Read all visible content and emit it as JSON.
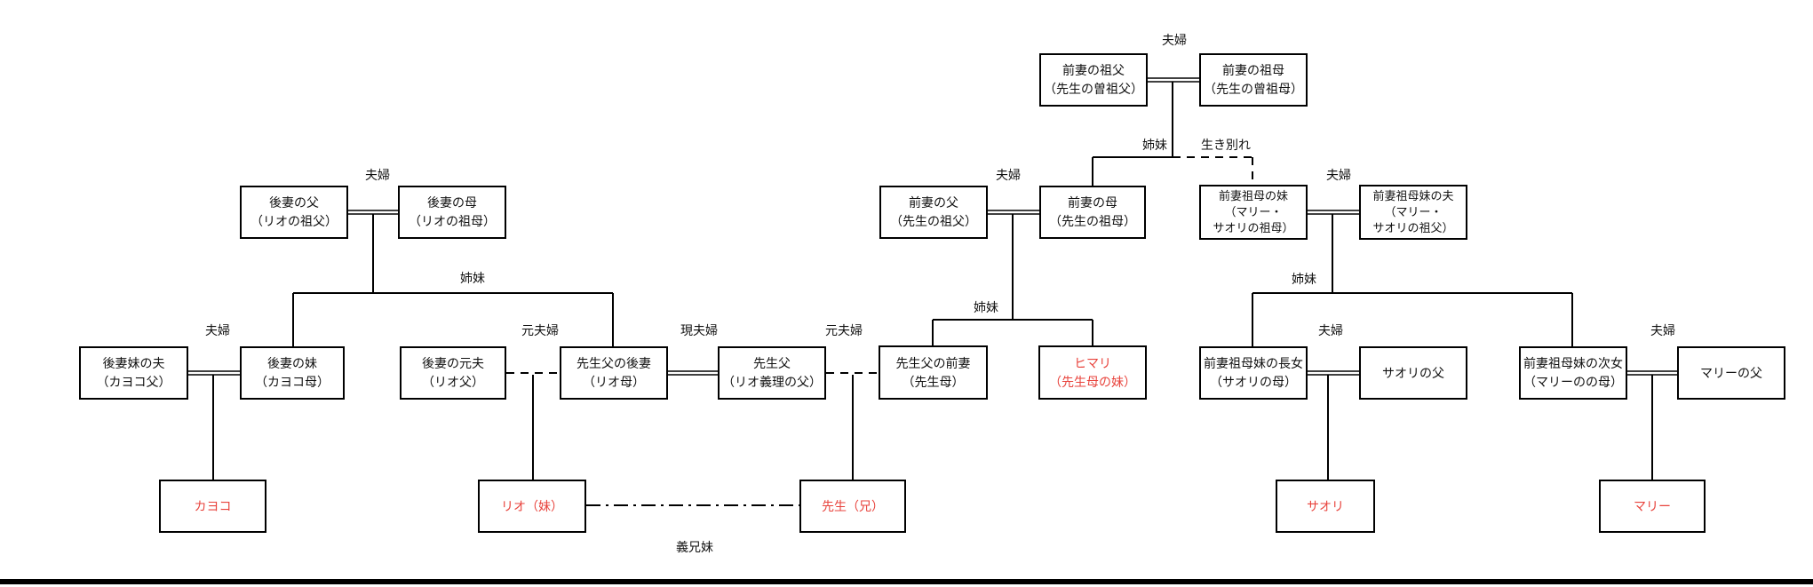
{
  "colors": {
    "background": "#ffffff",
    "line": "#000000",
    "text": "#111111",
    "red_text": "#e8433c"
  },
  "labels": {
    "fufu": "夫婦",
    "shimai": "姉妹",
    "ikiwakare": "生き別れ",
    "moto_fufu": "元夫婦",
    "gen_fufu": "現夫婦",
    "gikyodai": "義兄妹"
  },
  "nodes": {
    "prev_wife_grandfather": {
      "l1": "前妻の祖父",
      "l2": "（先生の曽祖父）"
    },
    "prev_wife_grandmother": {
      "l1": "前妻の祖母",
      "l2": "（先生の曾祖母）"
    },
    "second_wife_father": {
      "l1": "後妻の父",
      "l2": "（リオの祖父）"
    },
    "second_wife_mother": {
      "l1": "後妻の母",
      "l2": "（リオの祖母）"
    },
    "prev_wife_father": {
      "l1": "前妻の父",
      "l2": "（先生の祖父）"
    },
    "prev_wife_mother": {
      "l1": "前妻の母",
      "l2": "（先生の祖母）"
    },
    "grandmother_sister": {
      "l1": "前妻祖母の妹",
      "l2": "（マリー・",
      "l3": "サオリの祖母）"
    },
    "grandmother_sister_husband": {
      "l1": "前妻祖母妹の夫",
      "l2": "（マリー・",
      "l3": "サオリの祖父）"
    },
    "second_wife_sister_husband": {
      "l1": "後妻妹の夫",
      "l2": "（カヨコ父）"
    },
    "second_wife_sister": {
      "l1": "後妻の妹",
      "l2": "（カヨコ母）"
    },
    "second_wife_ex_husband": {
      "l1": "後妻の元夫",
      "l2": "（リオ父）"
    },
    "sensei_father_second_wife": {
      "l1": "先生父の後妻",
      "l2": "（リオ母）"
    },
    "sensei_father": {
      "l1": "先生父",
      "l2": "（リオ義理の父）"
    },
    "sensei_father_prev_wife": {
      "l1": "先生父の前妻",
      "l2": "（先生母）"
    },
    "himari": {
      "l1": "ヒマリ",
      "l2": "（先生母の妹）"
    },
    "sister_eldest_daughter": {
      "l1": "前妻祖母妹の長女",
      "l2": "（サオリの母）"
    },
    "saori_father": {
      "l1": "サオリの父"
    },
    "sister_second_daughter": {
      "l1": "前妻祖母妹の次女",
      "l2": "（マリーのの母）"
    },
    "marie_father": {
      "l1": "マリーの父"
    },
    "kayoko": {
      "l1": "カヨコ"
    },
    "rio": {
      "l1": "リオ（妹）"
    },
    "sensei": {
      "l1": "先生（兄）"
    },
    "saori": {
      "l1": "サオリ"
    },
    "marie": {
      "l1": "マリー"
    }
  }
}
